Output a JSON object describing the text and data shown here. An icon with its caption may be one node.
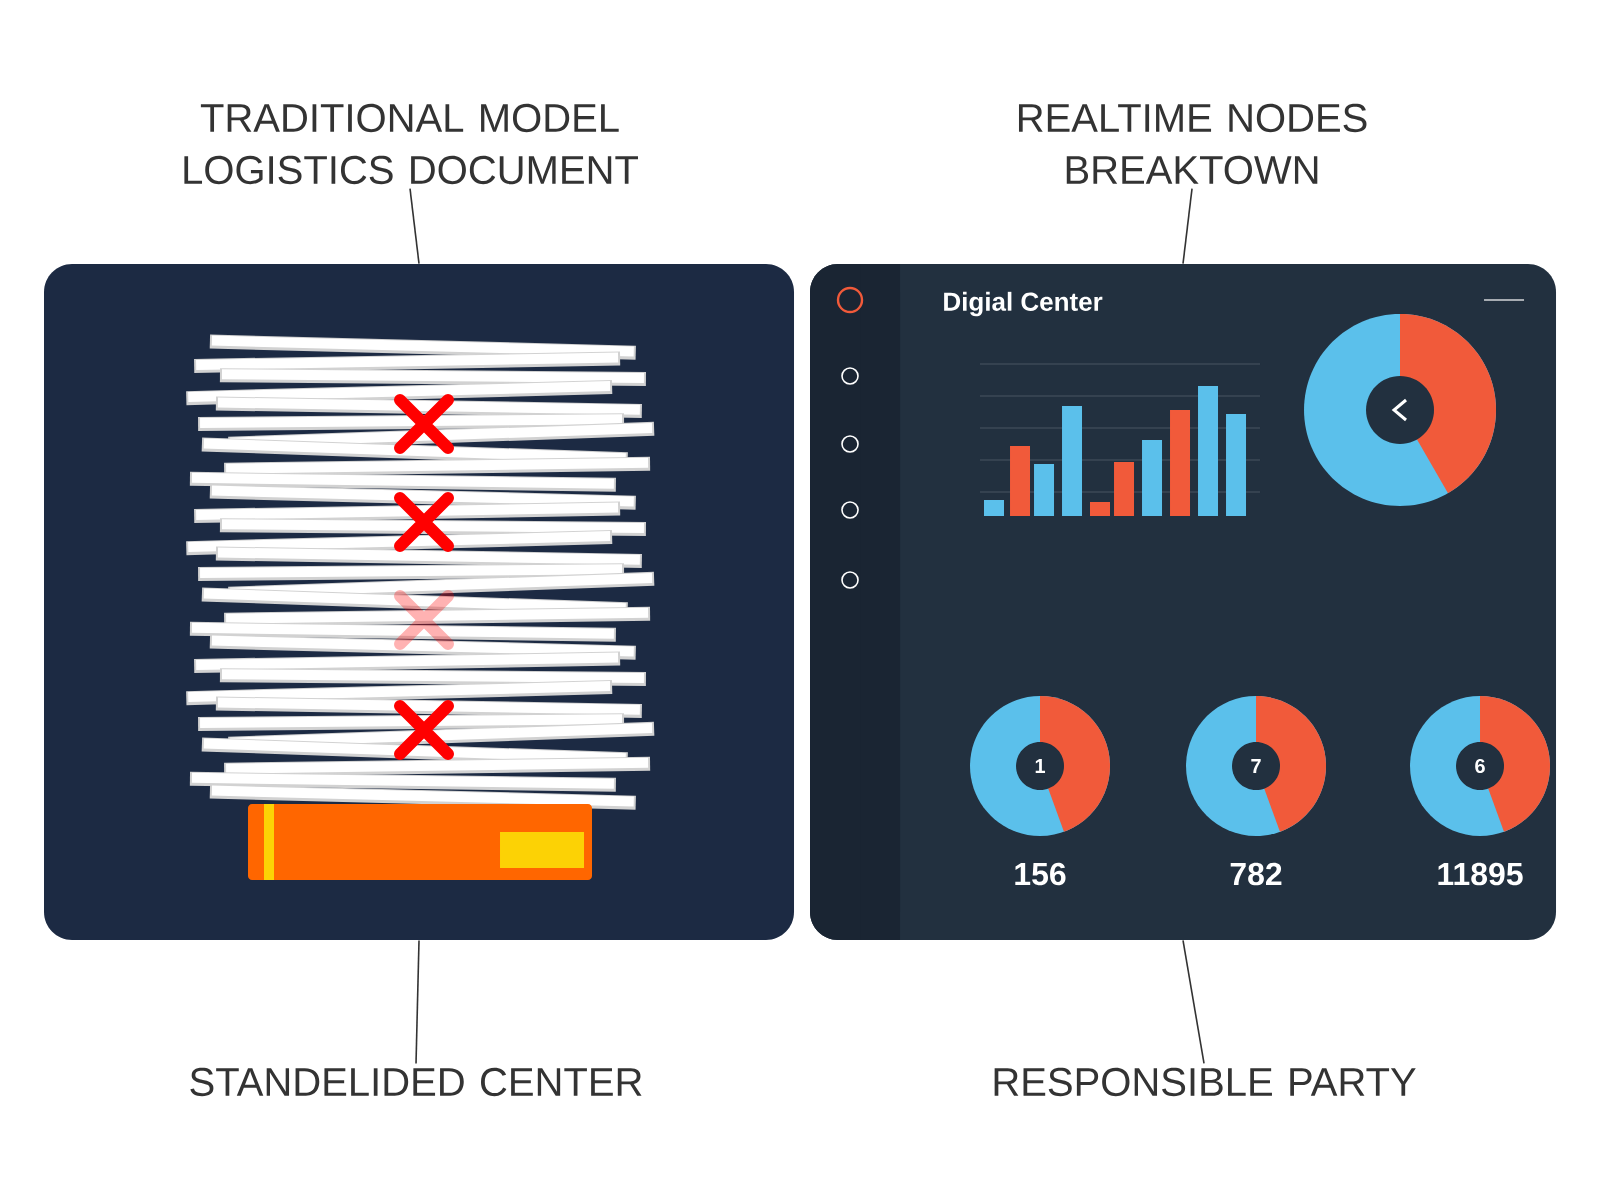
{
  "diagram": {
    "nodes": [
      {
        "text": [
          "TRADITIONAL MODEL LOGISTICS DOCUMENT"
        ]
      },
      {
        "text": [],
        "shape": "picture"
      },
      {
        "text": [
          "STANDELIDED CENTER"
        ]
      },
      {
        "text": [
          "REALTIME NODES BREAKTOWN"
        ]
      },
      {
        "text": [
          "Digial Center"
        ]
      },
      {
        "text": [
          "RESPONSIBLE PARTY"
        ]
      }
    ],
    "edges": [
      {
        "from": 0,
        "to": 1,
        "arrow": "none"
      },
      {
        "from": 1,
        "to": 2,
        "arrow": "none"
      },
      {
        "from": 3,
        "to": 4,
        "arrow": "none"
      },
      {
        "from": 4,
        "to": 5,
        "arrow": "none"
      }
    ],
    "labels": [
      "1",
      "7",
      "6",
      "156",
      "782",
      "11895"
    ]
  }
}
